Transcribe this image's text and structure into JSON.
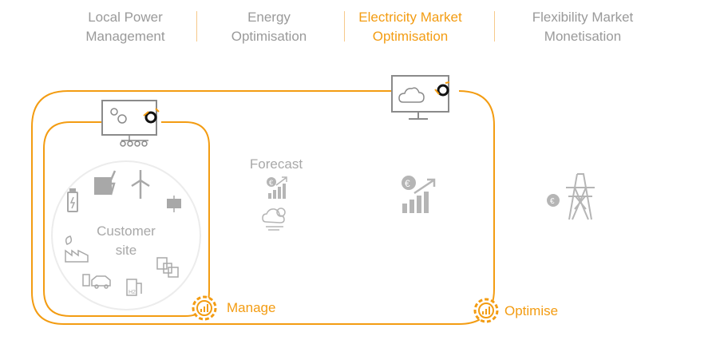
{
  "tabs": [
    {
      "line1": "Local Power",
      "line2": "Management"
    },
    {
      "line1": "Energy",
      "line2": "Optimisation"
    },
    {
      "line1": "Electricity Market",
      "line2": "Optimisation"
    },
    {
      "line1": "Flexibility Market",
      "line2": "Monetisation"
    }
  ],
  "active_tab": 2,
  "labels": {
    "forecast": "Forecast",
    "customer_line1": "Customer",
    "customer_line2": "site",
    "manage": "Manage",
    "optimise": "Optimise"
  },
  "colors": {
    "accent": "#f39c12",
    "text_gray": "#9a9a9a",
    "icon_gray": "#a8a8a8"
  }
}
